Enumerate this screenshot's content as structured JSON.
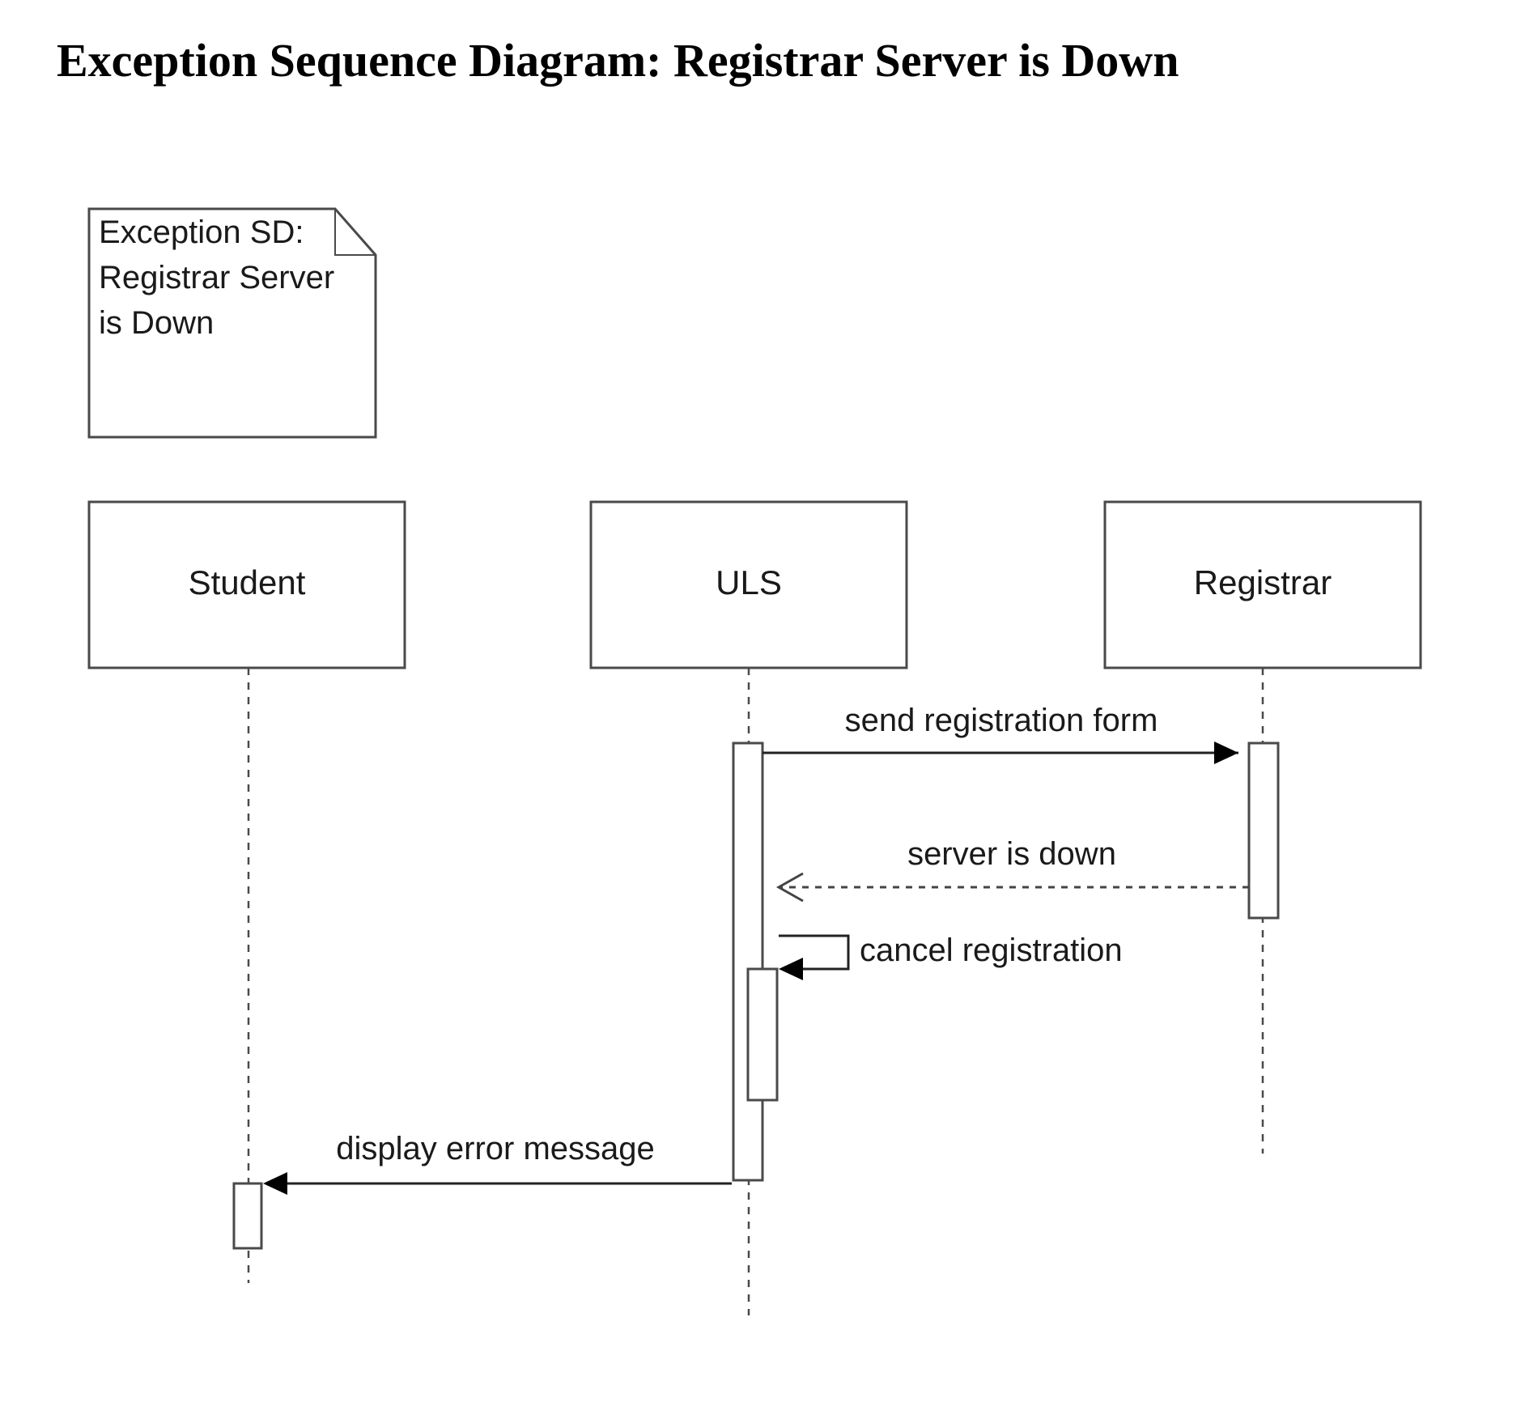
{
  "title": "Exception Sequence Diagram: Registrar Server is Down",
  "note": {
    "lines": [
      "Exception SD:",
      "Registrar Server",
      "is Down"
    ]
  },
  "lifelines": [
    {
      "id": "student",
      "label": "Student"
    },
    {
      "id": "uls",
      "label": "ULS"
    },
    {
      "id": "registrar",
      "label": "Registrar"
    }
  ],
  "messages": [
    {
      "id": "send",
      "label": "send registration form",
      "from": "ULS",
      "to": "Registrar",
      "kind": "synchronous"
    },
    {
      "id": "down",
      "label": "server is down",
      "from": "Registrar",
      "to": "ULS",
      "kind": "return"
    },
    {
      "id": "cancel",
      "label": "cancel registration",
      "from": "ULS",
      "to": "ULS",
      "kind": "self"
    },
    {
      "id": "display",
      "label": "display error message",
      "from": "ULS",
      "to": "Student",
      "kind": "synchronous"
    }
  ],
  "colors": {
    "line": "#4a4a4a",
    "text": "#1a1a1a",
    "fill": "#ffffff"
  }
}
